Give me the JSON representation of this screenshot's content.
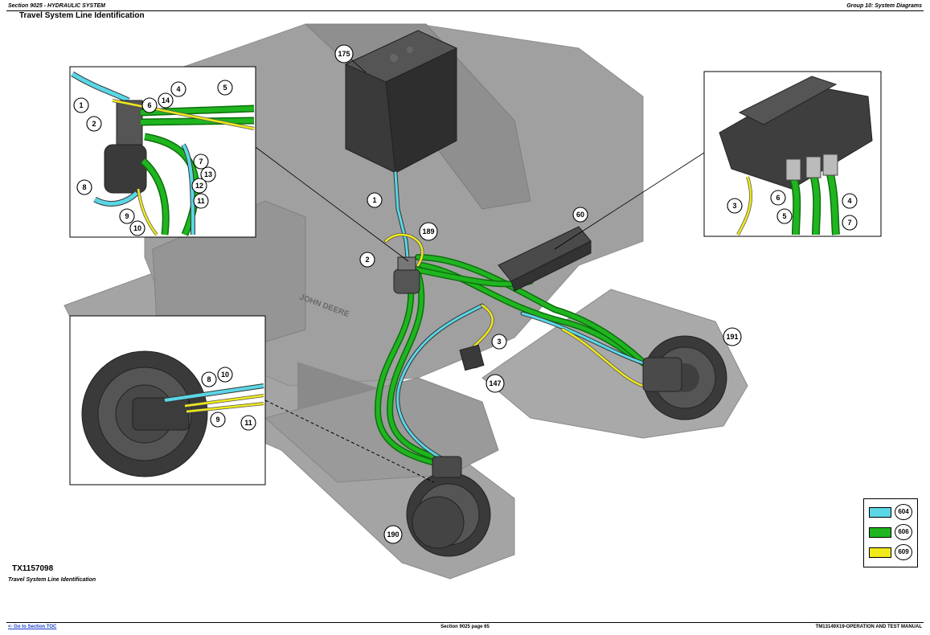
{
  "header": {
    "section_label": "Section 9025 - HYDRAULIC SYSTEM",
    "group_label": "Group 10: System Diagrams"
  },
  "page_title": "Travel System Line Identification",
  "figure": {
    "id": "TX1157098",
    "caption": "Travel System Line Identification"
  },
  "colors": {
    "line_604": "#5ad7e6",
    "line_606": "#1fb51f",
    "line_609": "#f0ea1a",
    "machine_body": "#9c9c9c",
    "machine_dark": "#7a7a7a"
  },
  "legend": [
    {
      "code": "604",
      "color": "#5ad7e6"
    },
    {
      "code": "606",
      "color": "#1fb51f"
    },
    {
      "code": "609",
      "color": "#f0ea1a"
    }
  ],
  "callouts": {
    "main_175": "175",
    "main_1": "1",
    "main_189": "189",
    "main_2": "2",
    "main_60": "60",
    "main_3": "3",
    "main_147": "147",
    "main_191": "191",
    "main_190": "190",
    "inset1_1": "1",
    "inset1_2": "2",
    "inset1_4": "4",
    "inset1_5": "5",
    "inset1_6": "6",
    "inset1_14": "14",
    "inset1_7": "7",
    "inset1_13": "13",
    "inset1_12": "12",
    "inset1_8": "8",
    "inset1_11": "11",
    "inset1_9": "9",
    "inset1_10": "10",
    "inset2_3": "3",
    "inset2_6": "6",
    "inset2_5": "5",
    "inset2_4": "4",
    "inset2_7": "7",
    "inset3_8": "8",
    "inset3_10": "10",
    "inset3_9": "9",
    "inset3_11": "11"
  },
  "footer": {
    "toc_link": "<- Go to Section TOC",
    "page_label": "Section 9025 page 65",
    "manual_label": "TM13149X19-OPERATION AND TEST MANUAL"
  }
}
